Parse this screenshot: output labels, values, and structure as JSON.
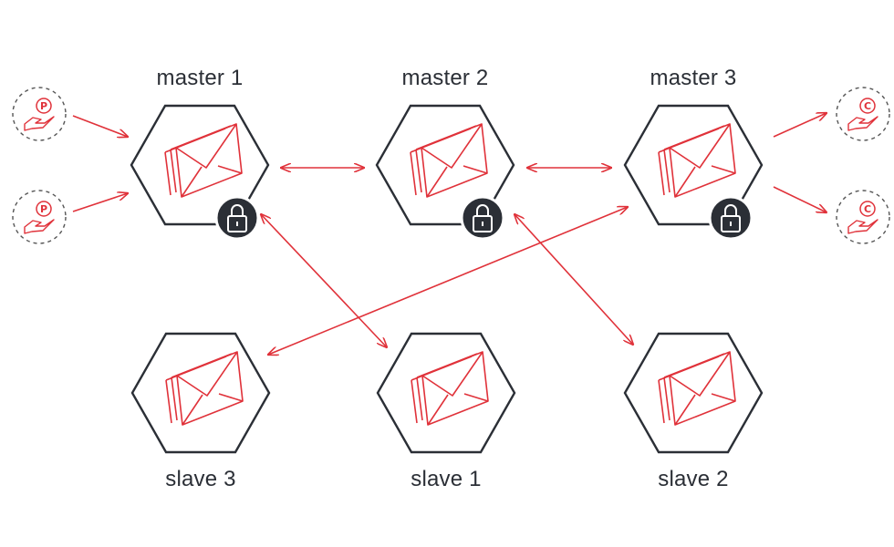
{
  "colors": {
    "accent": "#e0323a",
    "outline": "#2b2f36",
    "lock_fill": "#2b2f36",
    "dashed": "#555555"
  },
  "nodes": {
    "master1": {
      "label": "master 1",
      "locked": true
    },
    "master2": {
      "label": "master 2",
      "locked": true
    },
    "master3": {
      "label": "master 3",
      "locked": true
    },
    "slave3": {
      "label": "slave 3",
      "locked": false
    },
    "slave1": {
      "label": "slave 1",
      "locked": false
    },
    "slave2": {
      "label": "slave 2",
      "locked": false
    }
  },
  "producers": [
    {
      "symbol": "P",
      "icon": "producer-hand-icon"
    },
    {
      "symbol": "P",
      "icon": "producer-hand-icon"
    }
  ],
  "consumers": [
    {
      "symbol": "C",
      "icon": "consumer-hand-icon"
    },
    {
      "symbol": "C",
      "icon": "consumer-hand-icon"
    }
  ],
  "connections": [
    {
      "from": "producer1",
      "to": "master1",
      "type": "one-way"
    },
    {
      "from": "producer2",
      "to": "master1",
      "type": "one-way"
    },
    {
      "from": "master1",
      "to": "master2",
      "type": "two-way"
    },
    {
      "from": "master2",
      "to": "master3",
      "type": "two-way"
    },
    {
      "from": "master3",
      "to": "consumer1",
      "type": "one-way"
    },
    {
      "from": "master3",
      "to": "consumer2",
      "type": "one-way"
    },
    {
      "from": "master1",
      "to": "slave1",
      "type": "two-way"
    },
    {
      "from": "master2",
      "to": "slave2",
      "type": "two-way"
    },
    {
      "from": "master3",
      "to": "slave3",
      "type": "two-way"
    }
  ]
}
